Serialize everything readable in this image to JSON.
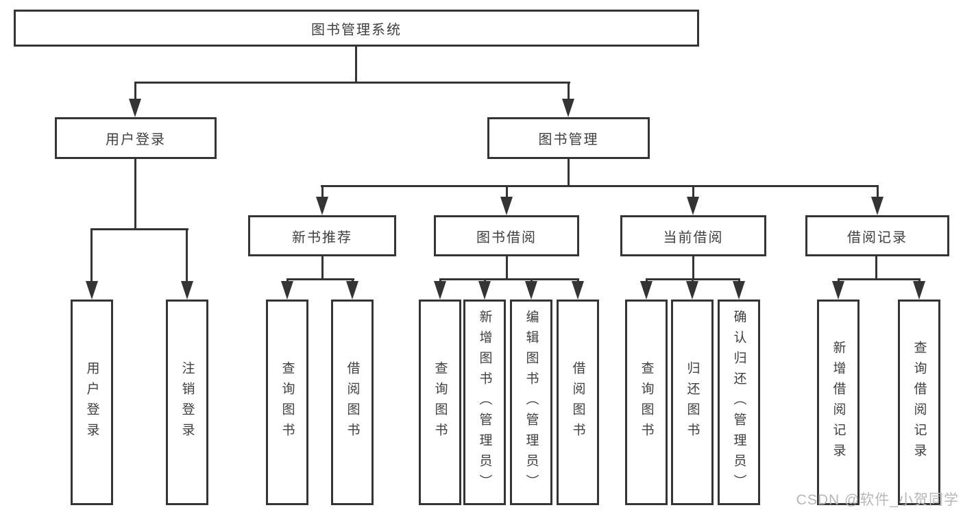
{
  "diagram_type": "hierarchy-functional-structure",
  "tree": {
    "root": {
      "label": "图书管理系统",
      "children": [
        {
          "label": "用户登录",
          "children": [
            {
              "label": "用户登录"
            },
            {
              "label": "注销登录"
            }
          ]
        },
        {
          "label": "图书管理",
          "children": [
            {
              "label": "新书推荐",
              "children": [
                {
                  "label": "查询图书"
                },
                {
                  "label": "借阅图书"
                }
              ]
            },
            {
              "label": "图书借阅",
              "children": [
                {
                  "label": "查询图书"
                },
                {
                  "label": "新增图书（管理员）"
                },
                {
                  "label": "编辑图书（管理员）"
                },
                {
                  "label": "借阅图书"
                }
              ]
            },
            {
              "label": "当前借阅",
              "children": [
                {
                  "label": "查询图书"
                },
                {
                  "label": "归还图书"
                },
                {
                  "label": "确认归还（管理员）"
                }
              ]
            },
            {
              "label": "借阅记录",
              "children": [
                {
                  "label": "新增借阅记录"
                },
                {
                  "label": "查询借阅记录"
                }
              ]
            }
          ]
        }
      ]
    }
  },
  "watermark": "CSDN @软件_小贺同学",
  "colors": {
    "line": "#343434",
    "text": "#3f3f3f",
    "watermark": "#b7b7b7",
    "background": "#ffffff"
  }
}
